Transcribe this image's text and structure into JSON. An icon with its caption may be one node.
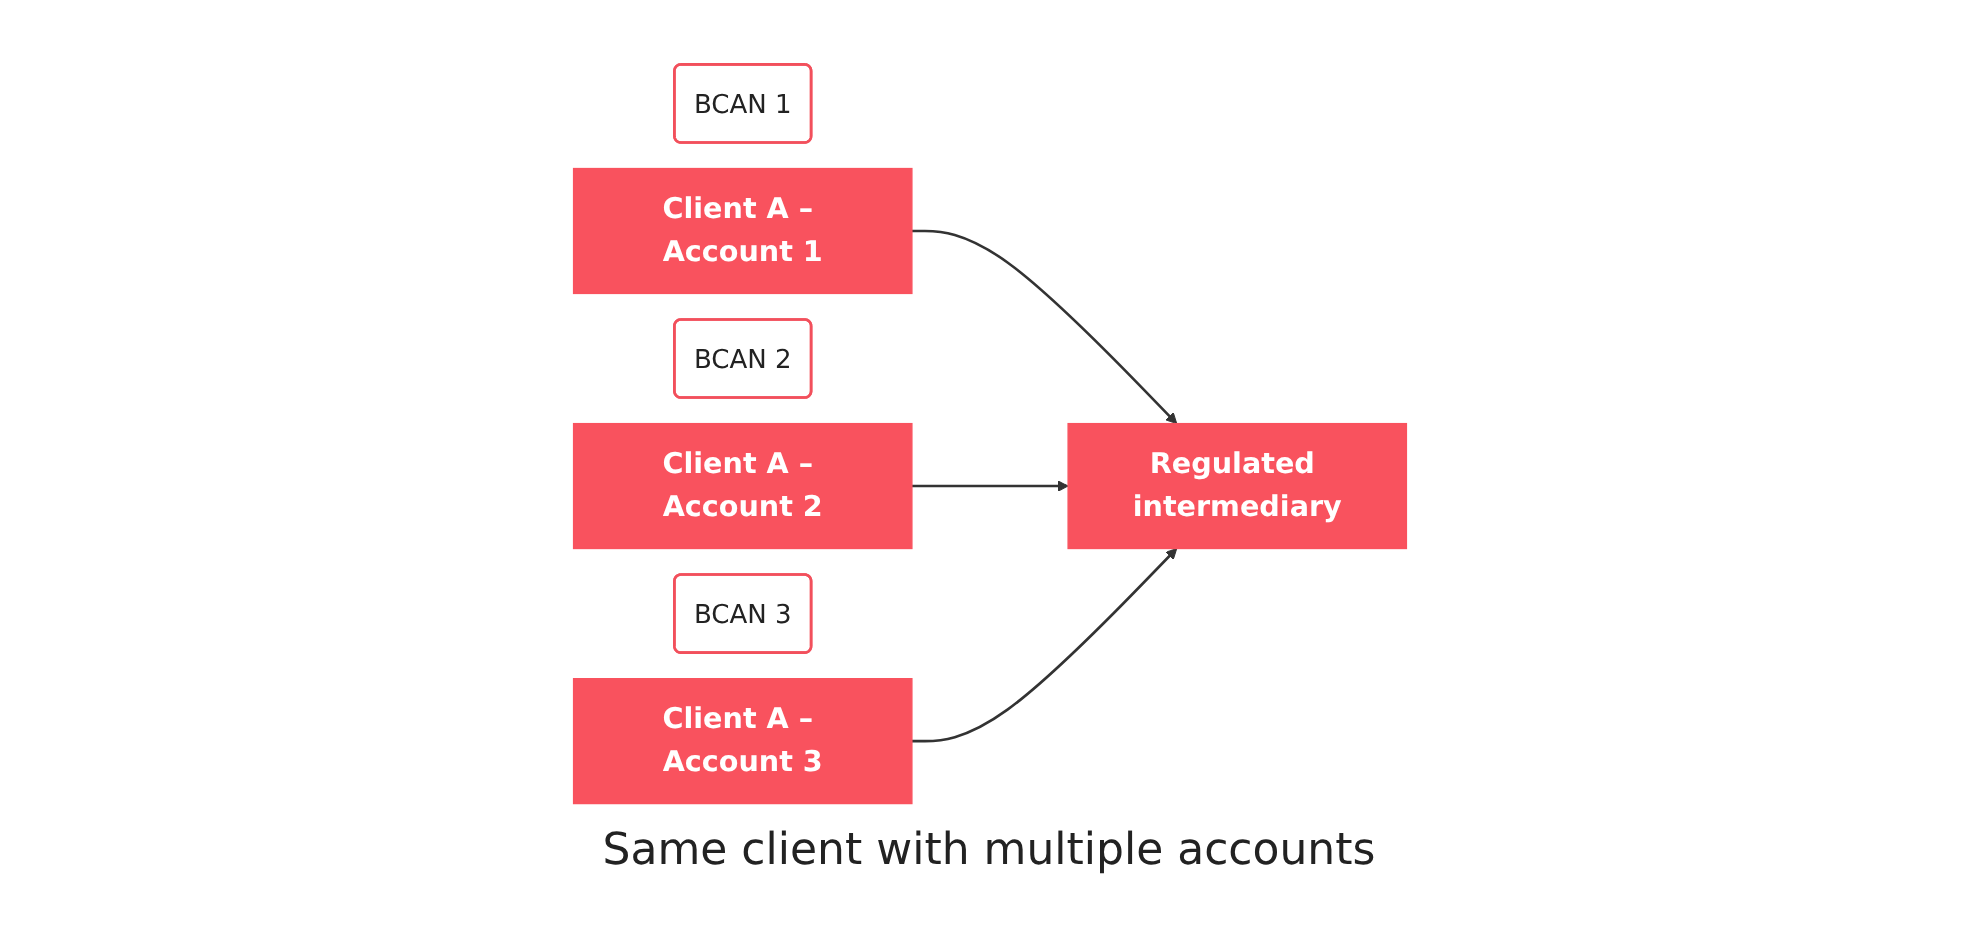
{
  "diagram": {
    "nodes": [
      {
        "text": [
          "BCAN 1"
        ]
      },
      {
        "text": [
          "Client A – Account 1"
        ]
      },
      {
        "text": [
          "BCAN 2"
        ]
      },
      {
        "text": [
          "Client A – Account 2"
        ]
      },
      {
        "text": [
          "BCAN 3"
        ]
      },
      {
        "text": [
          "Client A – Account 3"
        ]
      },
      {
        "text": [
          "Regulated intermediary"
        ]
      }
    ],
    "edges": [
      {
        "from": 1,
        "to": 6,
        "arrow": "to"
      },
      {
        "from": 3,
        "to": 6,
        "arrow": "to"
      },
      {
        "from": 5,
        "to": 6,
        "arrow": "to"
      }
    ],
    "labels": [
      "Same client with multiple accounts"
    ]
  }
}
